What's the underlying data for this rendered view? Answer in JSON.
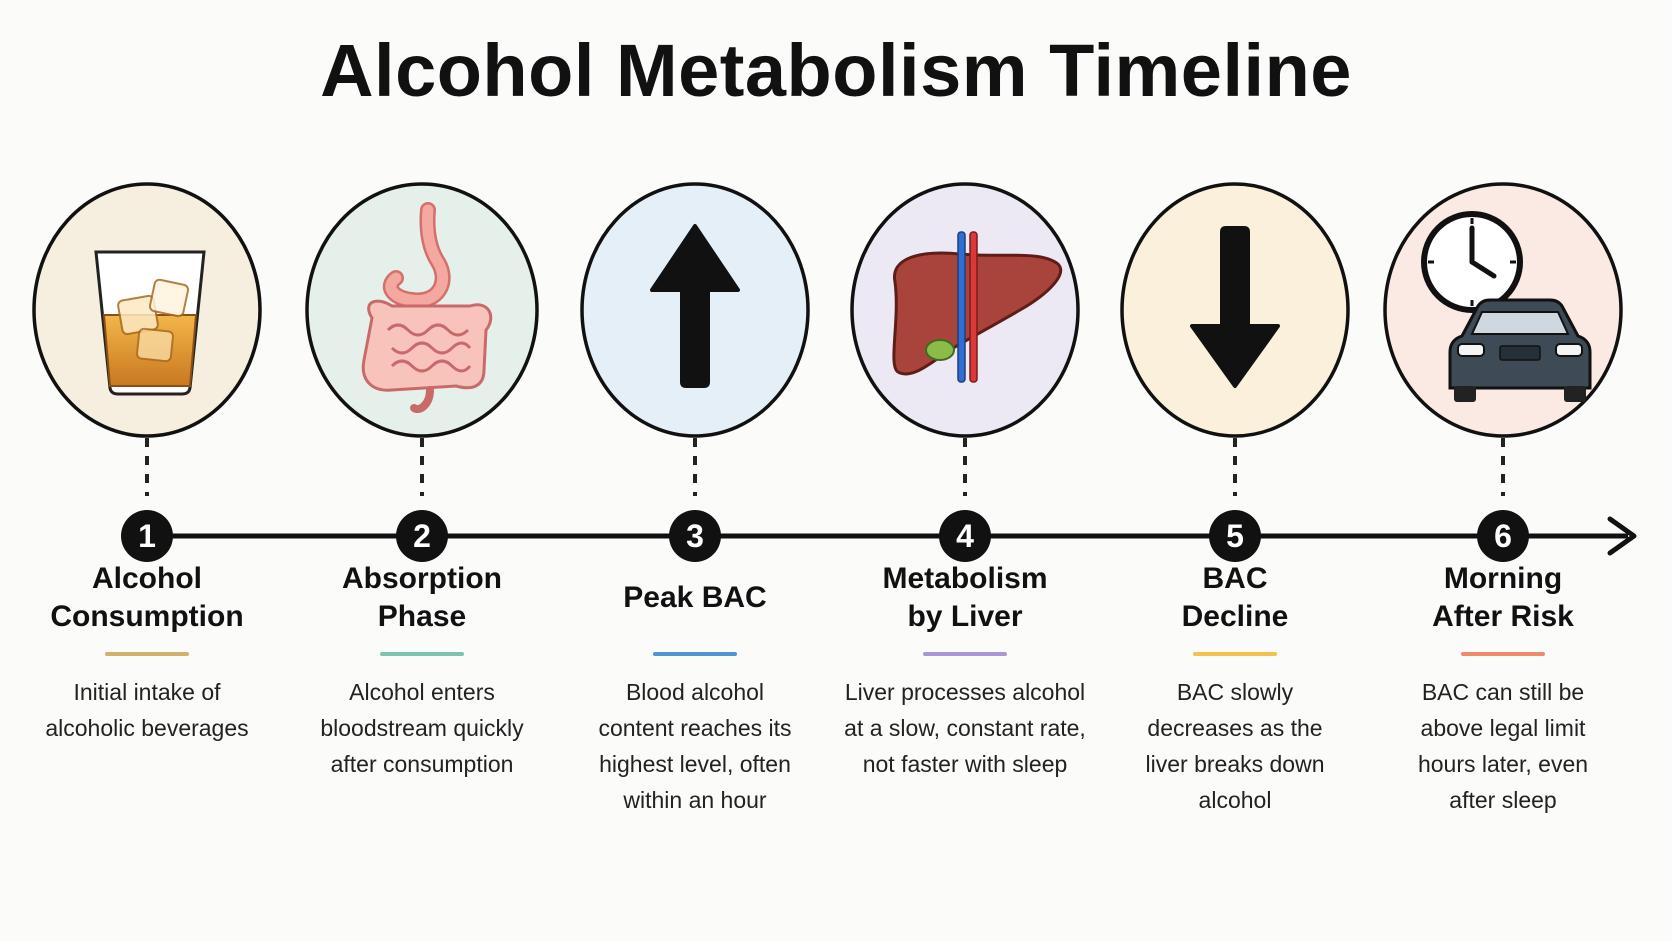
{
  "title": "Alcohol Metabolism Timeline",
  "steps": [
    {
      "number": "1",
      "title": "Alcohol\nConsumption",
      "description": "Initial intake of\nalcoholic beverages",
      "icon": "whiskey-glass-icon",
      "circle_color": "#f6efdf",
      "accent_color": "#d4b06e"
    },
    {
      "number": "2",
      "title": "Absorption\nPhase",
      "description": "Alcohol enters\nbloodstream quickly\nafter consumption",
      "icon": "stomach-intestines-icon",
      "circle_color": "#e6f0ea",
      "accent_color": "#7cc4b0"
    },
    {
      "number": "3",
      "title": "Peak BAC",
      "description": "Blood alcohol\ncontent reaches its\nhighest level, often\nwithin an hour",
      "icon": "up-arrow-icon",
      "circle_color": "#e4eff7",
      "accent_color": "#4f95d1"
    },
    {
      "number": "4",
      "title": "Metabolism\nby Liver",
      "description": "Liver processes alcohol\nat a slow, constant rate,\nnot faster with sleep",
      "icon": "liver-icon",
      "circle_color": "#ece9f4",
      "accent_color": "#a896d6"
    },
    {
      "number": "5",
      "title": "BAC\nDecline",
      "description": "BAC slowly\ndecreases as the\nliver breaks down\nalcohol",
      "icon": "down-arrow-icon",
      "circle_color": "#faf0dc",
      "accent_color": "#f2c14e"
    },
    {
      "number": "6",
      "title": "Morning\nAfter Risk",
      "description": "BAC can still be\nabove legal limit\nhours later, even\nafter sleep",
      "icon": "clock-car-icon",
      "circle_color": "#fbe9e3",
      "accent_color": "#ef8a6d"
    }
  ]
}
